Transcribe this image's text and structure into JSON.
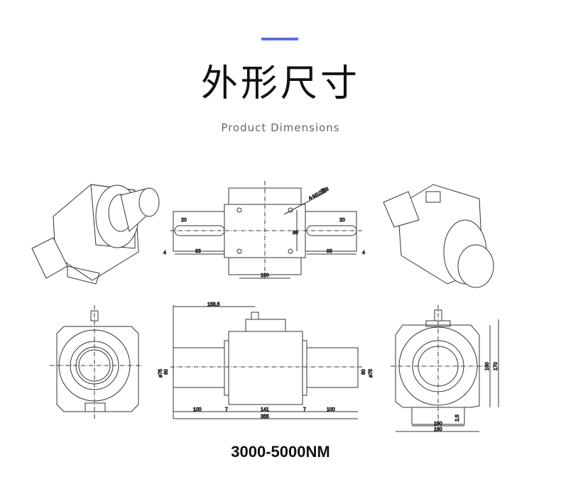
{
  "header": {
    "title": "外形尺寸",
    "subtitle": "Product  Dimensions"
  },
  "footer": {
    "model": "3000-5000NM"
  },
  "top_view": {
    "hole_label": "4-M10深8",
    "slot_width": "20",
    "shaft_length": "93",
    "offset": "4",
    "hole_spacing_v": "80",
    "hole_spacing_h": "100"
  },
  "side_view": {
    "connector_offset": "158.5",
    "shaft_left": "100",
    "body": "141",
    "shaft_right": "100",
    "total": "355",
    "gap": "7",
    "shaft_dia": "ø75",
    "key_dia": "60"
  },
  "end_view": {
    "inner_height": "160",
    "total_height": "170",
    "base_width": "100",
    "total_width": "160",
    "base_offset": "2.5"
  }
}
